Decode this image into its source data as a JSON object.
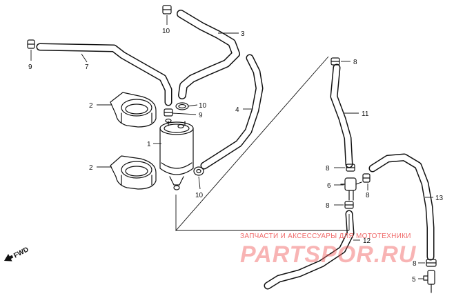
{
  "labels": {
    "p1": "1",
    "p2a": "2",
    "p2b": "2",
    "p3": "3",
    "p4": "4",
    "p5": "5",
    "p6": "6",
    "p7": "7",
    "p8a": "8",
    "p8b": "8",
    "p8c": "8",
    "p8d": "8",
    "p8e": "8",
    "p9a": "9",
    "p9b": "9",
    "p10a": "10",
    "p10b": "10",
    "p10c": "10",
    "p11": "11",
    "p12": "12",
    "p13": "13"
  },
  "direction": {
    "text": "FWD"
  },
  "watermark": {
    "caption": "ЗАПЧАСТИ И АКСЕССУАРЫ ДЛЯ МОТОТЕХНИКИ",
    "brand": "PARTSPOR.RU",
    "color": "#f05a5a"
  }
}
